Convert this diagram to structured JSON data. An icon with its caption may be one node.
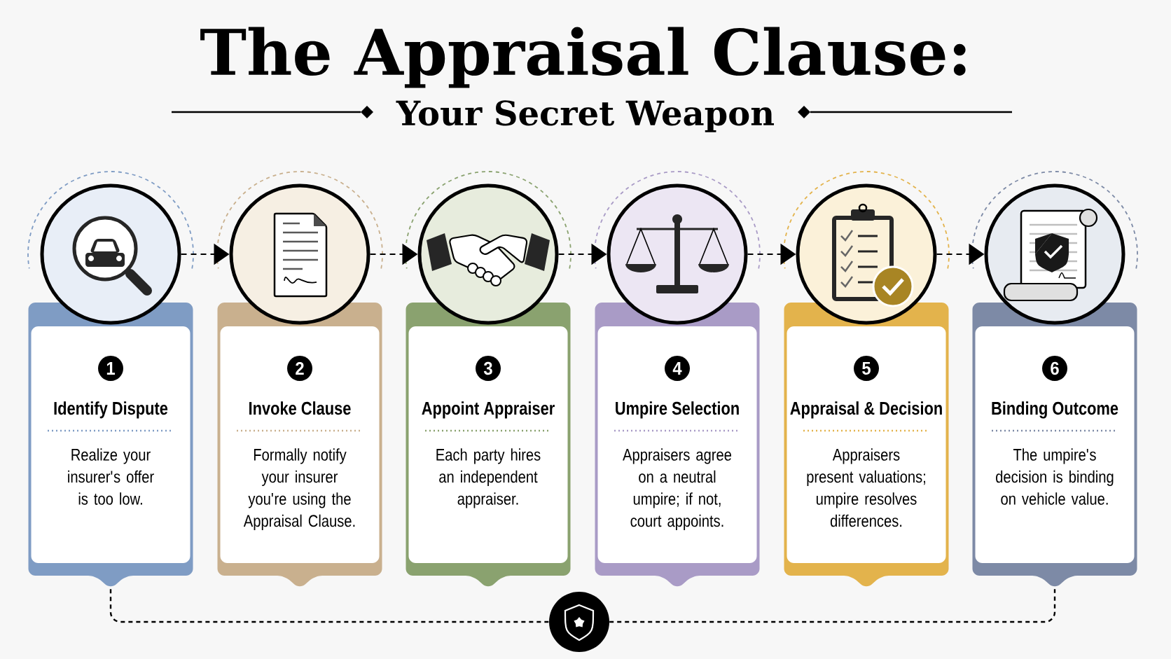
{
  "diagram": {
    "title": "The Appraisal Clause:",
    "nodes": [
      {
        "text": [],
        "shape": "circle"
      },
      {
        "text": [],
        "shape": "circle"
      },
      {
        "text": [],
        "shape": "circle"
      },
      {
        "text": [],
        "shape": "circle"
      },
      {
        "text": [],
        "shape": "circle"
      },
      {
        "text": [],
        "shape": "circle"
      },
      {
        "text": [
          "1",
          "Identify Dispute",
          "Realize your insurer's offer is too low."
        ]
      },
      {
        "text": [
          "2",
          "Invoke Clause",
          "Formally notify your insurer you're using the Appraisal Clause."
        ]
      },
      {
        "text": [
          "3",
          "Appoint Appraiser",
          "Each party hires an independent appraiser."
        ]
      },
      {
        "text": [
          "4",
          "Umpire Selection",
          "Appraisers agree on a neutral umpire; if not, court appoints."
        ]
      },
      {
        "text": [
          "5",
          "Appraisal & Decision",
          "Appraisers present valuations; umpire resolves differences."
        ]
      },
      {
        "text": [
          "6",
          "Binding Outcome",
          "The umpire's decision is binding on vehicle value."
        ]
      },
      {
        "text": [],
        "shape": "circle"
      }
    ],
    "edges": [
      {
        "from": 0,
        "to": 1,
        "arrow": "to"
      },
      {
        "from": 1,
        "to": 2,
        "arrow": "to"
      },
      {
        "from": 2,
        "to": 3,
        "arrow": "to"
      },
      {
        "from": 3,
        "to": 4,
        "arrow": "to"
      },
      {
        "from": 4,
        "to": 5,
        "arrow": "to"
      },
      {
        "from": 6,
        "to": 12,
        "arrow": "none",
        "style": "dashed"
      },
      {
        "from": 12,
        "to": 11,
        "arrow": "none",
        "style": "dashed"
      }
    ],
    "labels": [
      "Your Secret Weapon"
    ]
  }
}
